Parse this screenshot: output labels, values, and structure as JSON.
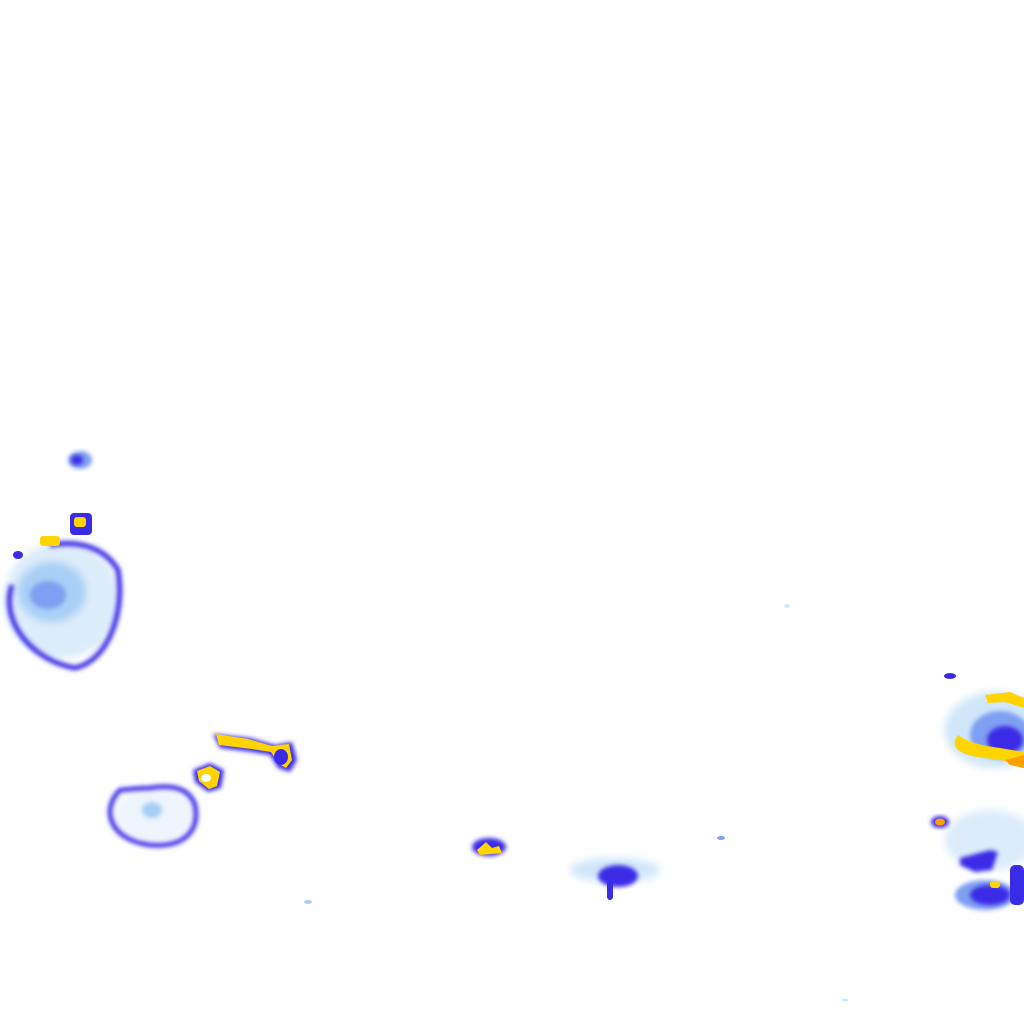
{
  "map": {
    "type": "radar-precipitation-overlay",
    "base_color": "#ffffff",
    "legend_colors": {
      "light": "#cfe6fb",
      "light_mid": "#a8cff5",
      "mid": "#7f9ff2",
      "strong": "#3a2be6",
      "heavy": "#ffd400",
      "very_heavy": "#ff9f00"
    },
    "cells": [
      {
        "id": "cell-a",
        "intensity": "light-to-strong"
      },
      {
        "id": "cell-b",
        "intensity": "strong"
      },
      {
        "id": "cell-c",
        "intensity": "heavy"
      },
      {
        "id": "cell-d",
        "intensity": "light-to-strong"
      },
      {
        "id": "cell-e",
        "intensity": "heavy"
      },
      {
        "id": "cell-f",
        "intensity": "heavy"
      },
      {
        "id": "cell-g",
        "intensity": "strong"
      },
      {
        "id": "cell-h",
        "intensity": "heavy"
      },
      {
        "id": "cell-i",
        "intensity": "light-to-strong"
      }
    ]
  }
}
